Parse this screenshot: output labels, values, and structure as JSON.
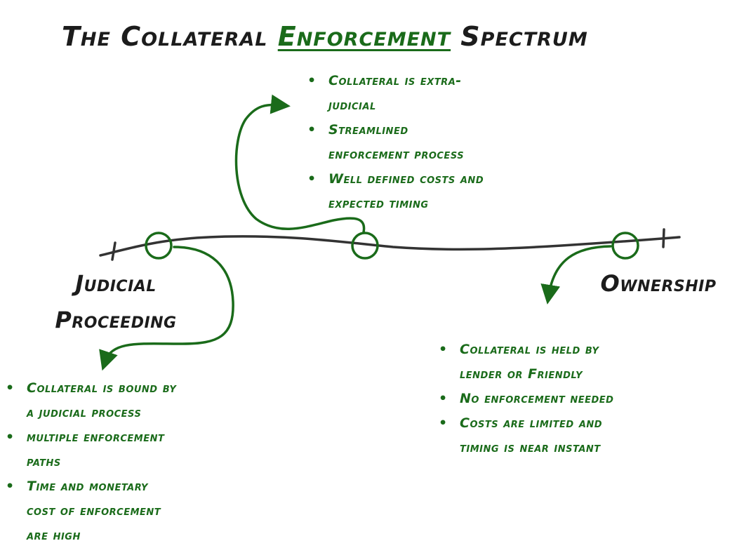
{
  "title": {
    "prefix": "The Collateral ",
    "accent": "Enforcement",
    "suffix": " Spectrum"
  },
  "colors": {
    "accent": "#1a6b1a",
    "ink": "#1c1c1c",
    "axis": "#333333"
  },
  "spectrum": {
    "left_label_line1": "Judicial",
    "left_label_line2": "Proceeding",
    "right_label": "Ownership"
  },
  "notes": {
    "middle": [
      {
        "line1": "Collateral is extra-",
        "line2": "judicial"
      },
      {
        "line1": "Streamlined",
        "line2": "enforcement process"
      },
      {
        "line1": "Well defined costs and",
        "line2": "expected timing"
      }
    ],
    "left": [
      {
        "line1": "Collateral is bound by",
        "line2": "a judicial process"
      },
      {
        "line1": "multiple enforcement",
        "line2": "paths"
      },
      {
        "line1": "Time and monetary",
        "line2": "cost of enforcement",
        "line3": "are high"
      }
    ],
    "right": [
      {
        "line1": "Collateral is held by",
        "line2": "lender or Friendly"
      },
      {
        "line1": "No enforcement needed"
      },
      {
        "line1": "Costs are limited and",
        "line2": "timing is near instant"
      }
    ]
  },
  "bullet_glyph": "•"
}
